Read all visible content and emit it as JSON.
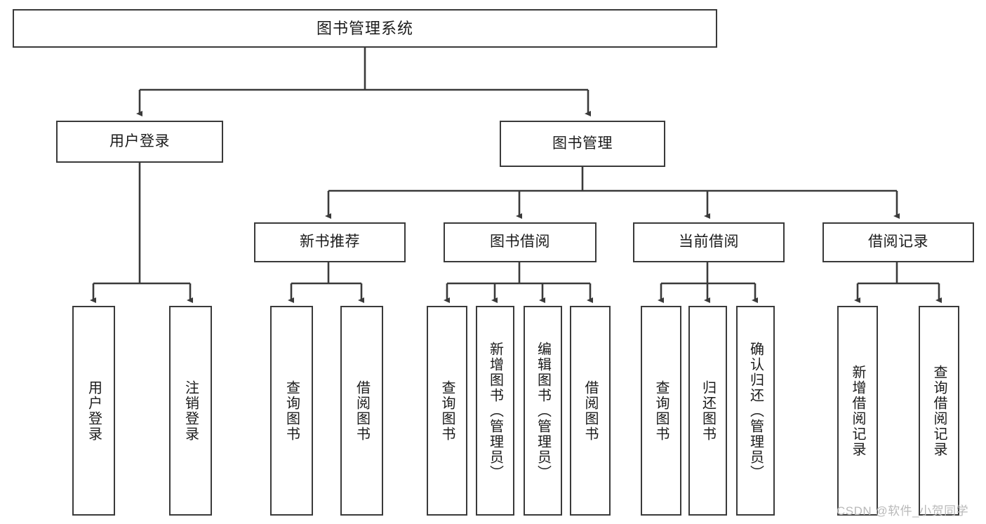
{
  "diagram": {
    "type": "tree-hierarchy-chart",
    "title": "图书管理系统",
    "stroke_color": "#3a3a3a",
    "fill_color": "#ffffff",
    "text_color": "#1b1b1b"
  },
  "root": {
    "label": "图书管理系统"
  },
  "level2": [
    {
      "label": "用户登录"
    },
    {
      "label": "图书管理"
    }
  ],
  "level3": [
    {
      "label": "新书推荐"
    },
    {
      "label": "图书借阅"
    },
    {
      "label": "当前借阅"
    },
    {
      "label": "借阅记录"
    }
  ],
  "leaves": {
    "user_login": [
      {
        "label": "用户登录"
      },
      {
        "label": "注销登录"
      }
    ],
    "new_book_recommend": [
      {
        "label": "查询图书"
      },
      {
        "label": "借阅图书"
      }
    ],
    "book_borrow": [
      {
        "label": "查询图书"
      },
      {
        "label": "新增图书（管理员）"
      },
      {
        "label": "编辑图书（管理员）"
      },
      {
        "label": "借阅图书"
      }
    ],
    "current_borrow": [
      {
        "label": "查询图书"
      },
      {
        "label": "归还图书"
      },
      {
        "label": "确认归还（管理员）"
      }
    ],
    "borrow_record": [
      {
        "label": "新增借阅记录"
      },
      {
        "label": "查询借阅记录"
      }
    ]
  },
  "watermark": {
    "text": "CSDN @软件_小贺同学"
  }
}
